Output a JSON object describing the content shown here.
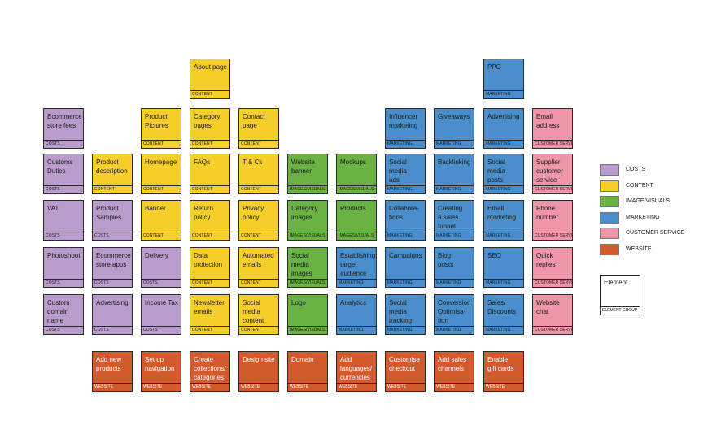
{
  "colors": {
    "costs": "#b99ccc",
    "content": "#f6cf2b",
    "images": "#6ab243",
    "marketing": "#4a8fcb",
    "customer_service": "#ee95a8",
    "website": "#d25a2f"
  },
  "group_labels": {
    "costs": "COSTS",
    "content": "CONTENT",
    "images": "IMAGES/VISUALS",
    "marketing": "MARKETING",
    "customer_service": "CUSTOMER SERVICE",
    "website": "WEBSITE"
  },
  "tiles": [
    {
      "name": "About page",
      "group": "content",
      "col": 3,
      "row": 0
    },
    {
      "name": "PPC",
      "group": "marketing",
      "col": 10,
      "row": 0
    },
    {
      "name": "Ecommerce\nstore fees",
      "group": "costs",
      "col": 0,
      "row": 1
    },
    {
      "name": "Product\nPictures",
      "group": "content",
      "col": 2,
      "row": 1
    },
    {
      "name": "Category\npages",
      "group": "content",
      "col": 3,
      "row": 1
    },
    {
      "name": "Contact\npage",
      "group": "content",
      "col": 4,
      "row": 1
    },
    {
      "name": "Influencer\nmarketing",
      "group": "marketing",
      "col": 8,
      "row": 1
    },
    {
      "name": "Giveaways",
      "group": "marketing",
      "col": 9,
      "row": 1
    },
    {
      "name": "Advertising",
      "group": "marketing",
      "col": 10,
      "row": 1
    },
    {
      "name": "Email\naddress",
      "group": "customer_service",
      "col": 11,
      "row": 1
    },
    {
      "name": "Customs\nDuties",
      "group": "costs",
      "col": 0,
      "row": 2
    },
    {
      "name": "Product\ndescription",
      "group": "content",
      "col": 1,
      "row": 2
    },
    {
      "name": "Homepage",
      "group": "content",
      "col": 2,
      "row": 2
    },
    {
      "name": "FAQs",
      "group": "content",
      "col": 3,
      "row": 2
    },
    {
      "name": "T & Cs",
      "group": "content",
      "col": 4,
      "row": 2
    },
    {
      "name": "Website\nbanner",
      "group": "images",
      "col": 5,
      "row": 2
    },
    {
      "name": "Mockups",
      "group": "images",
      "col": 6,
      "row": 2
    },
    {
      "name": "Social\nmedia\nads",
      "group": "marketing",
      "col": 7,
      "row": 2
    },
    {
      "name": "Backlinking",
      "group": "marketing",
      "col": 8,
      "row": 2
    },
    {
      "name": "Social\nmedia\nposts",
      "group": "marketing",
      "col": 9,
      "row": 2
    },
    {
      "name": "Supplier\ncustomer\nservice",
      "group": "customer_service",
      "col": 10,
      "row": 2
    },
    {
      "name": "VAT",
      "group": "costs",
      "col": 0,
      "row": 3
    },
    {
      "name": "Product\nSamples",
      "group": "costs",
      "col": 1,
      "row": 3
    },
    {
      "name": "Banner",
      "group": "content",
      "col": 2,
      "row": 3
    },
    {
      "name": "Return\npolicy",
      "group": "content",
      "col": 3,
      "row": 3
    },
    {
      "name": "Privacy\npolicy",
      "group": "content",
      "col": 4,
      "row": 3
    },
    {
      "name": "Category\nimages",
      "group": "images",
      "col": 5,
      "row": 3
    },
    {
      "name": "Products",
      "group": "images",
      "col": 6,
      "row": 3
    },
    {
      "name": "Collabora-\ntions",
      "group": "marketing",
      "col": 7,
      "row": 3
    },
    {
      "name": "Creating\na sales\nfunnel",
      "group": "marketing",
      "col": 8,
      "row": 3
    },
    {
      "name": "Email\nmarketing",
      "group": "marketing",
      "col": 9,
      "row": 3
    },
    {
      "name": "Phone\nnumber",
      "group": "customer_service",
      "col": 10,
      "row": 3
    },
    {
      "name": "Photoshoot",
      "group": "costs",
      "col": 0,
      "row": 4
    },
    {
      "name": "Ecommerce\nstore apps",
      "group": "costs",
      "col": 1,
      "row": 4
    },
    {
      "name": "Delivery",
      "group": "costs",
      "col": 2,
      "row": 4
    },
    {
      "name": "Data\nprotection",
      "group": "content",
      "col": 3,
      "row": 4
    },
    {
      "name": "Automated\nemails",
      "group": "content",
      "col": 4,
      "row": 4
    },
    {
      "name": "Social\nmedia\nimages",
      "group": "images",
      "col": 5,
      "row": 4
    },
    {
      "name": "Establishing\ntarget\naudience",
      "group": "marketing",
      "col": 6,
      "row": 4
    },
    {
      "name": "Campaigns",
      "group": "marketing",
      "col": 7,
      "row": 4
    },
    {
      "name": "Blog\nposts",
      "group": "marketing",
      "col": 8,
      "row": 4
    },
    {
      "name": "SEO",
      "group": "marketing",
      "col": 9,
      "row": 4
    },
    {
      "name": "Quick\nreplies",
      "group": "customer_service",
      "col": 10,
      "row": 4
    },
    {
      "name": "Custom\ndomain\nname",
      "group": "costs",
      "col": 0,
      "row": 5
    },
    {
      "name": "Advertising",
      "group": "costs",
      "col": 1,
      "row": 5
    },
    {
      "name": "Income Tax",
      "group": "costs",
      "col": 2,
      "row": 5
    },
    {
      "name": "Newsletter\nemails",
      "group": "content",
      "col": 3,
      "row": 5
    },
    {
      "name": "Social\nmedia\ncontent",
      "group": "content",
      "col": 4,
      "row": 5
    },
    {
      "name": "Logo",
      "group": "images",
      "col": 5,
      "row": 5
    },
    {
      "name": "Analytics",
      "group": "marketing",
      "col": 6,
      "row": 5
    },
    {
      "name": "Social\nmedia\ntracking",
      "group": "marketing",
      "col": 7,
      "row": 5
    },
    {
      "name": "Conversion\nOptimisa-\ntion",
      "group": "marketing",
      "col": 8,
      "row": 5
    },
    {
      "name": "Sales/\nDiscounts",
      "group": "marketing",
      "col": 9,
      "row": 5
    },
    {
      "name": "Website\nchat",
      "group": "customer_service",
      "col": 10,
      "row": 5
    },
    {
      "name": "Add new\nproducts",
      "group": "website",
      "col": 1,
      "row": 6
    },
    {
      "name": "Set up\nnavigation",
      "group": "website",
      "col": 2,
      "row": 6
    },
    {
      "name": "Create\ncollections/\ncategories",
      "group": "website",
      "col": 3,
      "row": 6
    },
    {
      "name": "Design site",
      "group": "website",
      "col": 4,
      "row": 6
    },
    {
      "name": "Domain",
      "group": "website",
      "col": 5,
      "row": 6
    },
    {
      "name": "Add\nlanguages/\ncurrencies",
      "group": "website",
      "col": 6,
      "row": 6
    },
    {
      "name": "Customise\ncheckout",
      "group": "website",
      "col": 7,
      "row": 6
    },
    {
      "name": "Add sales\nchannels",
      "group": "website",
      "col": 8,
      "row": 6
    },
    {
      "name": "Enable\ngift cards",
      "group": "website",
      "col": 9,
      "row": 6
    }
  ],
  "legend": [
    {
      "label": "COSTS",
      "group": "costs"
    },
    {
      "label": "CONTENT",
      "group": "content"
    },
    {
      "label": "IMAGE/VISUALS",
      "group": "images"
    },
    {
      "label": "MARKETING",
      "group": "marketing"
    },
    {
      "label": "CUSTOMER SERVICE",
      "group": "customer_service"
    },
    {
      "label": "WEBSITE",
      "group": "website"
    }
  ],
  "key": {
    "name": "Element",
    "group_label": "ELEMENT GROUP"
  }
}
